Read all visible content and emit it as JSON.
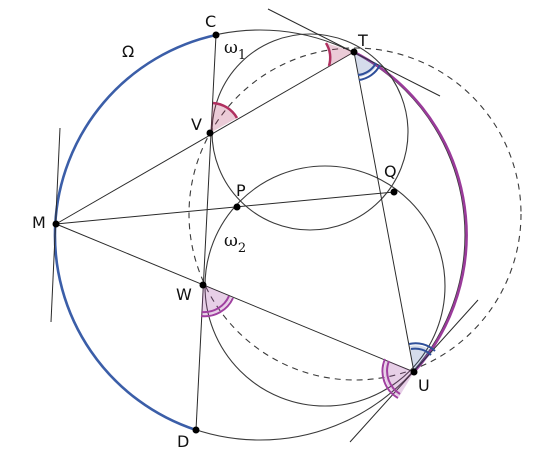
{
  "labels": {
    "C": "C",
    "T": "T",
    "V": "V",
    "Q": "Q",
    "P": "P",
    "M": "M",
    "W": "W",
    "U": "U",
    "D": "D",
    "Omega": "Ω",
    "omega1_base": "ω",
    "omega1_sub": "1",
    "omega2_base": "ω",
    "omega2_sub": "2"
  },
  "colors": {
    "blue_arc": "#3b5ea8",
    "purple_arc": "#9a3b9a",
    "red_angle": "#b03060",
    "blue_angle": "#2f4f9a",
    "purple_angle": "#a040a0"
  }
}
